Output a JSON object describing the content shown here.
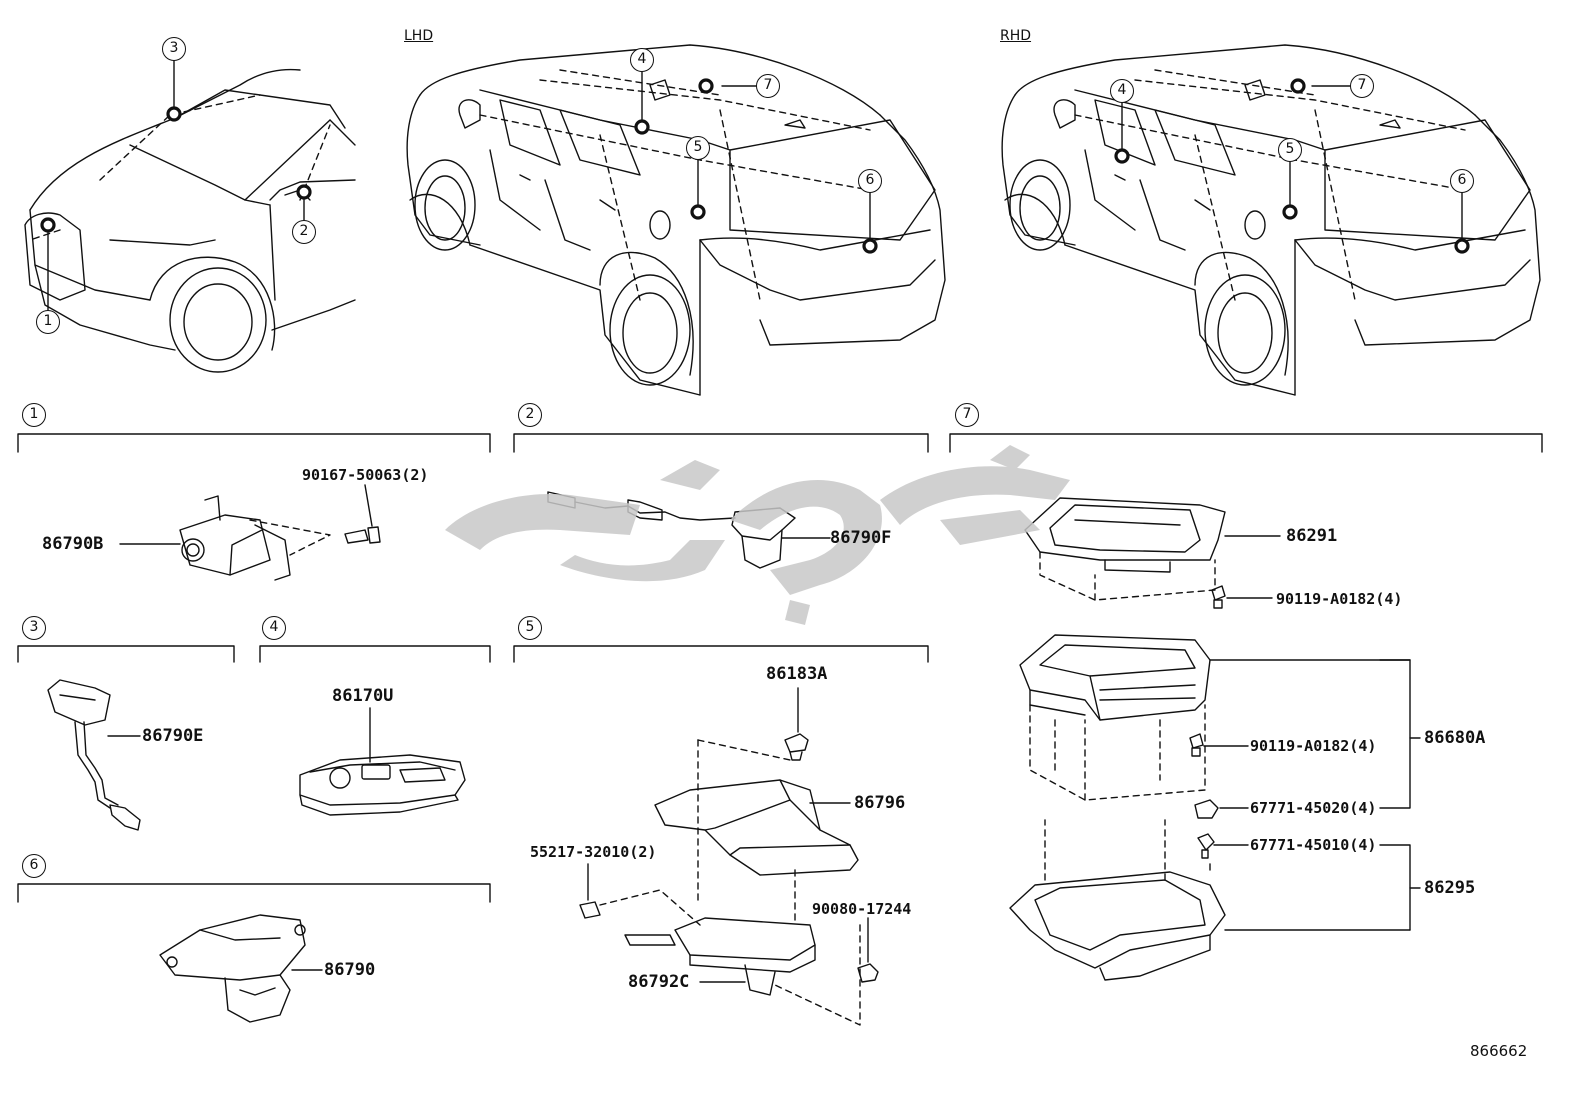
{
  "views": {
    "lhd_label": "LHD",
    "rhd_label": "RHD"
  },
  "callouts": [
    "1",
    "2",
    "3",
    "4",
    "5",
    "6",
    "7"
  ],
  "sections": [
    {
      "id": "1",
      "label": "1"
    },
    {
      "id": "2",
      "label": "2"
    },
    {
      "id": "3",
      "label": "3"
    },
    {
      "id": "4",
      "label": "4"
    },
    {
      "id": "5",
      "label": "5"
    },
    {
      "id": "6",
      "label": "6"
    },
    {
      "id": "7",
      "label": "7"
    }
  ],
  "parts": {
    "p86790B": "86790B",
    "p90167": "90167-50063(2)",
    "p86790F": "86790F",
    "p86291": "86291",
    "p90119a": "90119-A0182(4)",
    "p86790E": "86790E",
    "p86170U": "86170U",
    "p86183A": "86183A",
    "p86796": "86796",
    "p55217": "55217-32010(2)",
    "p90080": "90080-17244",
    "p86792C": "86792C",
    "p86790": "86790",
    "p90119b": "90119-A0182(4)",
    "p86680A": "86680A",
    "p67771a": "67771-45020(4)",
    "p67771b": "67771-45010(4)",
    "p86295": "86295"
  },
  "figure_id": "866662",
  "watermark_color": "#c8c8c8"
}
